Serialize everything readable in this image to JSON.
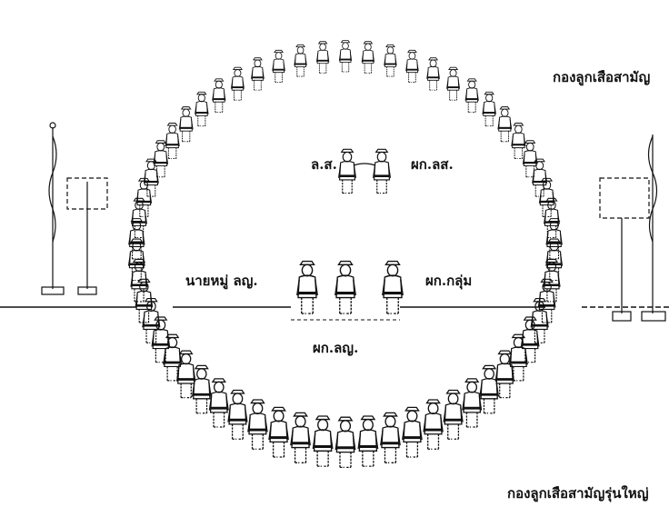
{
  "labels": {
    "unit_top_right": "กองลูกเสือสามัญ",
    "unit_bottom_right": "กองลูกเสือสามัญรุ่นใหญ่",
    "center_left_leader": "ล.ส.",
    "center_right_leader": "ผก.ลส.",
    "patrol_leader": "นายหมู่ ลญ.",
    "group_leader": "ผก.กลุ่ม",
    "senior_leader": "ผก.ลญ."
  },
  "colors": {
    "ink": "#111111",
    "background": "#ffffff"
  },
  "icons": {
    "flagpole_left": "flagpole-with-sign",
    "flagpole_right": "flagpole-with-sign",
    "scout_figure": "scout-figure",
    "handshake": "handshake-figures"
  }
}
